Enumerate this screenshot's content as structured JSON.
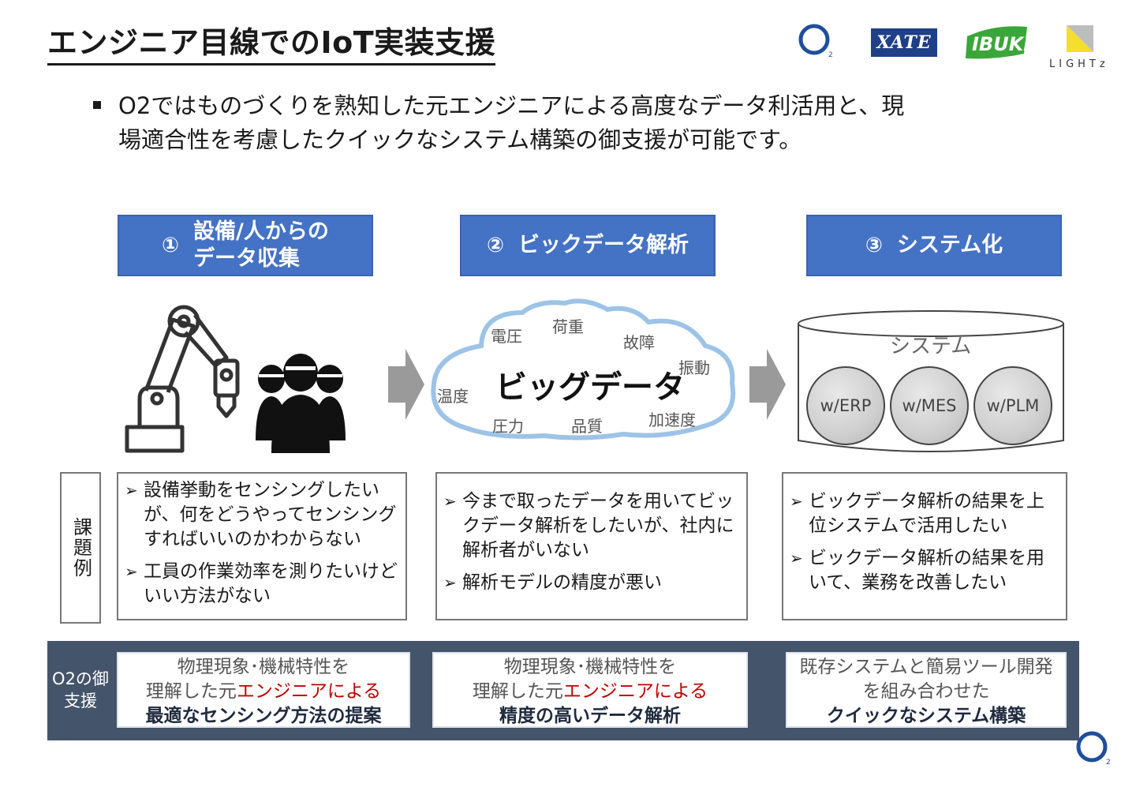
{
  "title": "エンジニア目線でのIoT実装支援",
  "logos": {
    "o2": "O2",
    "xate": "XATE",
    "ibuki": "IBUKI",
    "lights": "LIGHTz"
  },
  "intro": {
    "line1": "O2ではものづくりを熟知した元エンジニアによる高度なデータ利活用と、現",
    "line2": "場適合性を考慮したクイックなシステム構築の御支援が可能です。"
  },
  "steps": [
    {
      "num": "①",
      "line1": "設備/人からの",
      "line2": "データ収集"
    },
    {
      "num": "②",
      "label": "ビックデータ解析"
    },
    {
      "num": "③",
      "label": "システム化"
    }
  ],
  "cloud": {
    "main": "ビッグデータ",
    "words": [
      "電圧",
      "荷重",
      "故障",
      "振動",
      "温度",
      "圧力",
      "品質",
      "加速度"
    ]
  },
  "system": {
    "title": "システム",
    "circles": [
      "w/ERP",
      "w/MES",
      "w/PLM"
    ]
  },
  "issue_label": "課題例",
  "issues": [
    {
      "items": [
        "設備挙動をセンシングしたいが、何をどうやってセンシングすればいいのかわからない",
        "工員の作業効率を測りたいけどいい方法がない"
      ]
    },
    {
      "items": [
        "今まで取ったデータを用いてビックデータ解析をしたいが、社内に解析者がいない",
        "解析モデルの精度が悪い"
      ]
    },
    {
      "items": [
        "ビックデータ解析の結果を上位システムで活用したい",
        "ビックデータ解析の結果を用いて、業務を改善したい"
      ]
    }
  ],
  "support_label": "O2の御支援",
  "support": [
    {
      "line1": "物理現象･機械特性を",
      "line2_plain": "理解した元",
      "line2_red": "エンジニアによる",
      "line3": "最適なセンシング方法の提案"
    },
    {
      "line1": "物理現象･機械特性を",
      "line2_plain": "理解した元",
      "line2_red": "エンジニアによる",
      "line3": "精度の高いデータ解析"
    },
    {
      "line1": "既存システムと簡易ツール開発",
      "line2_plain": "を組み合わせた",
      "line2_red": "",
      "line3": "クイックなシステム構築"
    }
  ],
  "colors": {
    "step_blue": "#4472c4",
    "support_bar": "#44546a",
    "accent_red": "#c00000",
    "arrow_gray": "#9a9a9a",
    "cloud_outline": "#9dc3e6",
    "o2_blue": "#1f4e9c"
  }
}
